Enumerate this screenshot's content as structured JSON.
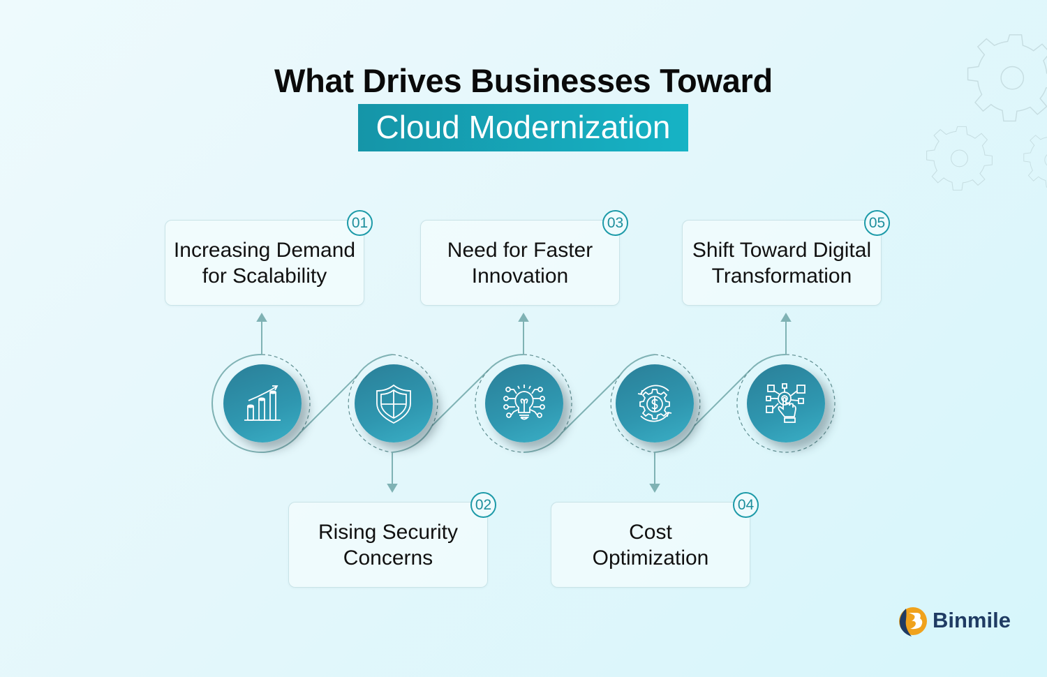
{
  "title": {
    "line1": "What Drives Businesses Toward",
    "line2_highlight": "Cloud Modernization"
  },
  "colors": {
    "accent": "#1a9fb1",
    "node_fill": "#2f8fa9",
    "connector": "#7fb2b4",
    "badge_border": "#1c9aa8",
    "logo_text": "#1f3b63",
    "logo_orange": "#f0a21c"
  },
  "drivers": [
    {
      "number": "01",
      "label": "Increasing Demand for Scalability",
      "lines": [
        "Increasing Demand",
        "for Scalability"
      ],
      "icon": "bar-chart-growth-icon",
      "position": "top"
    },
    {
      "number": "02",
      "label": "Rising Security Concerns",
      "lines": [
        "Rising Security",
        "Concerns"
      ],
      "icon": "shield-icon",
      "position": "bottom"
    },
    {
      "number": "03",
      "label": "Need for Faster Innovation",
      "lines": [
        "Need for Faster",
        "Innovation"
      ],
      "icon": "lightbulb-circuit-icon",
      "position": "top"
    },
    {
      "number": "04",
      "label": "Cost Optimization",
      "lines": [
        "Cost",
        "Optimization"
      ],
      "icon": "dollar-gear-cycle-icon",
      "position": "bottom"
    },
    {
      "number": "05",
      "label": "Shift Toward Digital Transformation",
      "lines": [
        "Shift Toward Digital",
        "Transformation"
      ],
      "icon": "hand-touch-network-icon",
      "position": "top"
    }
  ],
  "decorations": [
    "gear-icon",
    "gear-icon",
    "gear-icon"
  ],
  "logo": {
    "text": "Binmile",
    "icon": "binmile-logo-icon"
  }
}
